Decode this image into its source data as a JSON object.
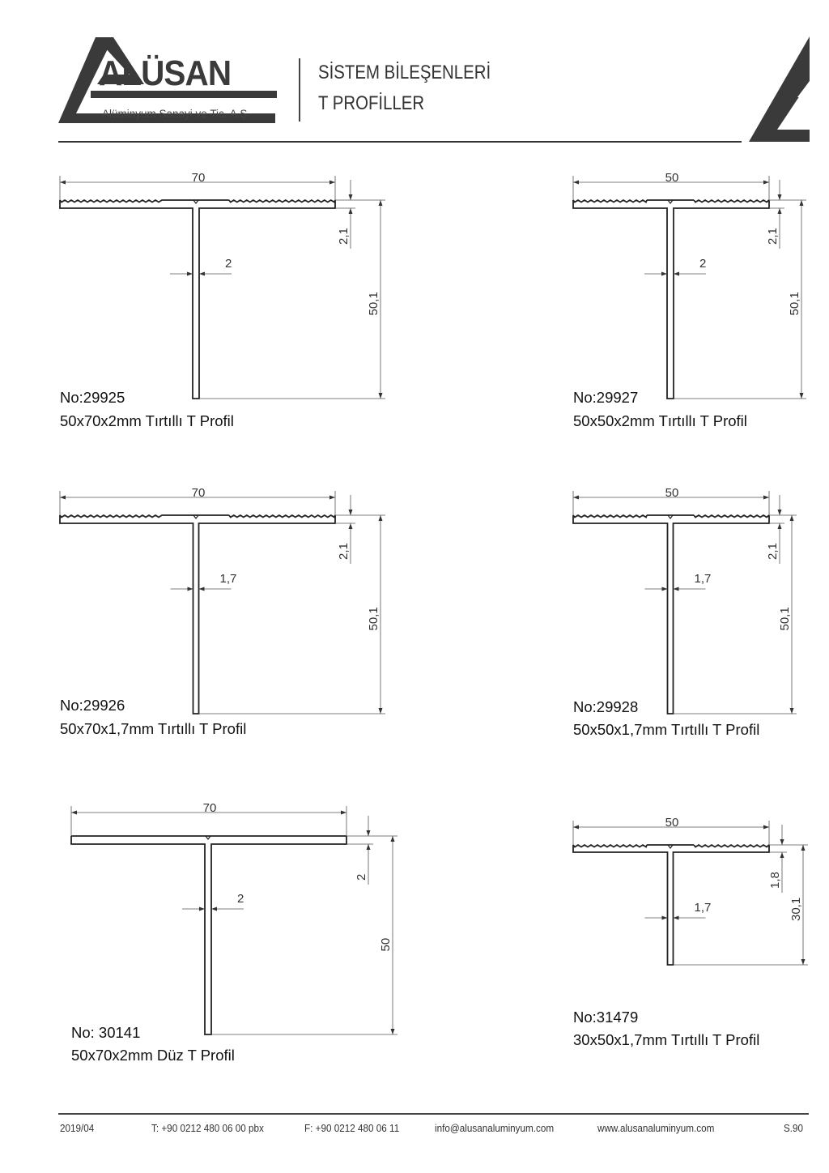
{
  "header": {
    "brand": "ALÜSAN",
    "tagline": "Alüminyum Sanayi ve Tic. A.Ş.",
    "section_title": "SİSTEM BİLEŞENLERİ",
    "section_subtitle": "T PROFİLLER"
  },
  "profiles": [
    {
      "no": "No:29925",
      "name": "50x70x2mm Tırtıllı T Profil",
      "width": "70",
      "flange_t": "2,1",
      "height": "50,1",
      "stem_t": "2",
      "serrated": true
    },
    {
      "no": "No:29927",
      "name": "50x50x2mm Tırtıllı T Profil",
      "width": "50",
      "flange_t": "2,1",
      "height": "50,1",
      "stem_t": "2",
      "serrated": true
    },
    {
      "no": "No:29926",
      "name": "50x70x1,7mm Tırtıllı T Profil",
      "width": "70",
      "flange_t": "2,1",
      "height": "50,1",
      "stem_t": "1,7",
      "serrated": true
    },
    {
      "no": "No:29928",
      "name": "50x50x1,7mm Tırtıllı T Profil",
      "width": "50",
      "flange_t": "2,1",
      "height": "50,1",
      "stem_t": "1,7",
      "serrated": true
    },
    {
      "no": "No: 30141",
      "name": "50x70x2mm  Düz T Profil",
      "width": "70",
      "flange_t": "2",
      "height": "50",
      "stem_t": "2",
      "serrated": false
    },
    {
      "no": "No:31479",
      "name": "30x50x1,7mm Tırtıllı T Profil",
      "width": "50",
      "flange_t": "1,8",
      "height": "30,1",
      "stem_t": "1,7",
      "serrated": true
    }
  ],
  "footer": {
    "date": "2019/04",
    "phone": "T: +90 0212 480 06 00 pbx",
    "fax": "F: +90 0212 480 06 11",
    "email": "info@alusanaluminyum.com",
    "website": "www.alusanaluminyum.com",
    "page": "S.90"
  }
}
